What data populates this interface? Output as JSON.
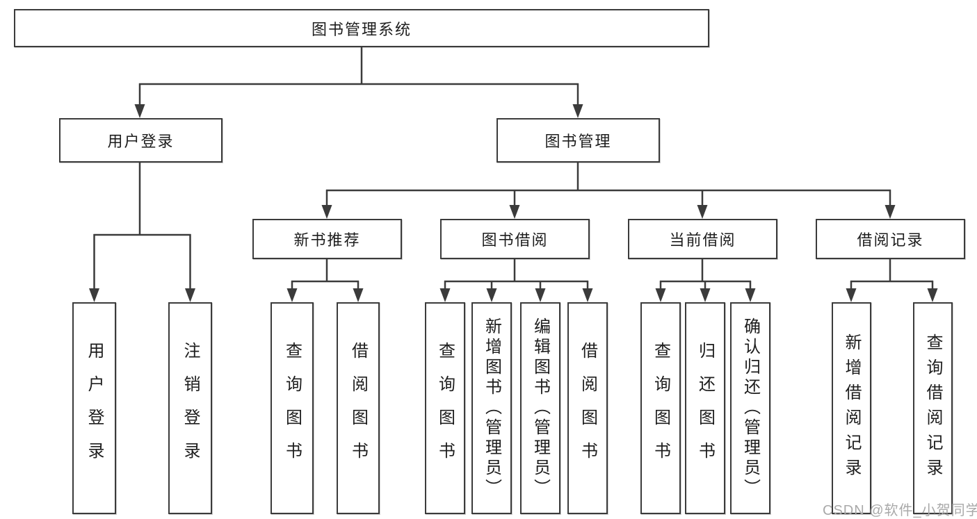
{
  "watermark": "CSDN @软件_小贺同学",
  "colors": {
    "line": "#3b3b3b",
    "text": "#1d1d1d",
    "watermark": "#a9a9a9",
    "background": "#ffffff"
  },
  "tree": {
    "root": "图书管理系统",
    "branches": [
      {
        "label": "用户登录",
        "children": [
          {
            "label": "用户登录"
          },
          {
            "label": "注销登录"
          }
        ]
      },
      {
        "label": "图书管理",
        "children": [
          {
            "label": "新书推荐",
            "children": [
              {
                "label": "查询图书"
              },
              {
                "label": "借阅图书"
              }
            ]
          },
          {
            "label": "图书借阅",
            "children": [
              {
                "label": "查询图书"
              },
              {
                "label": "新增图书（管理员）"
              },
              {
                "label": "编辑图书（管理员）"
              },
              {
                "label": "借阅图书"
              }
            ]
          },
          {
            "label": "当前借阅",
            "children": [
              {
                "label": "查询图书"
              },
              {
                "label": "归还图书"
              },
              {
                "label": "确认归还（管理员）"
              }
            ]
          },
          {
            "label": "借阅记录",
            "children": [
              {
                "label": "新增借阅记录"
              },
              {
                "label": "查询借阅记录"
              }
            ]
          }
        ]
      }
    ]
  }
}
